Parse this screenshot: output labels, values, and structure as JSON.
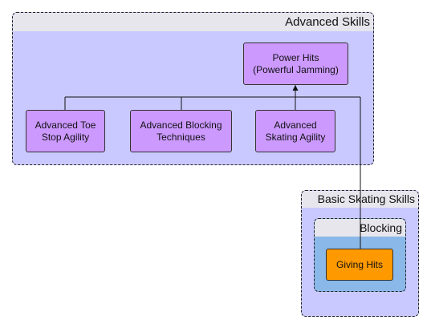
{
  "groups": {
    "advanced": {
      "label": "Advanced Skills"
    },
    "basic": {
      "label": "Basic Skating Skills"
    },
    "blocking": {
      "label": "Blocking"
    }
  },
  "nodes": {
    "power_hits": "Power Hits\n(Powerful Jamming)",
    "toe_stop": "Advanced Toe\nStop Agility",
    "adv_blocking": "Advanced Blocking\nTechniques",
    "adv_skating": "Advanced\nSkating Agility",
    "giving_hits": "Giving Hits"
  },
  "colors": {
    "group_fill": "#c9c9ff",
    "header_fill": "#e6e6ec",
    "blocking_fill": "#8ab8e8",
    "skill_node": "#cc99ff",
    "current_node": "#ff9900"
  }
}
